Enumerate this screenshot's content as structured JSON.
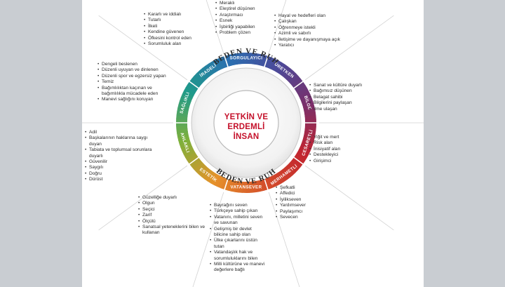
{
  "center": {
    "lines": [
      "YETKİN VE",
      "ERDEMLİ",
      "İNSAN"
    ],
    "inner_top": "BEDEN VE RUH",
    "inner_bottom": "BEDEN VE RUH"
  },
  "colors": {
    "title": "#c4102a",
    "ring_gradient": [
      "#2a6fb0",
      "#4a4a9a",
      "#7a2f6a",
      "#c2242f",
      "#d44e2a",
      "#e6922a",
      "#7fb03a",
      "#1f9a8a",
      "#2a6fb0"
    ]
  },
  "values": [
    {
      "name": "SORGULAYICI",
      "items": [
        "Meraklı",
        "Eleştirel düşünen",
        "Araştırmacı",
        "Esnek",
        "İşbirliği yapabilen",
        "Problem çözen"
      ]
    },
    {
      "name": "ÜRETKEN",
      "items": [
        "Hayal ve hedefleri olan",
        "Çalışkan",
        "Öğrenmeye istekli",
        "Azimli ve sabırlı",
        "İletişime ve dayanışmaya açık",
        "Yaratıcı"
      ]
    },
    {
      "name": "BİLGE",
      "items": [
        "Sanat ve kültüre duyarlı",
        "Bağımsız düşünen",
        "Belagat sahibi",
        "Bilgilerini paylaşan",
        "İlme ulaşan"
      ]
    },
    {
      "name": "CESARETLİ",
      "items": [
        "Yiğit ve mert",
        "Risk alan",
        "İnisiyatif alan",
        "Destekleyici",
        "Girişimci"
      ]
    },
    {
      "name": "MERHAMETLİ",
      "items": [
        "Şefkatli",
        "Affedici",
        "İyilikseven",
        "Yardımsever",
        "Paylaşımcı",
        "Sevecen"
      ]
    },
    {
      "name": "VATANSEVER",
      "items": [
        "Bayrağını seven",
        "Türkçeye sahip çıkan",
        "Vatanını, milletini seven ve savunan",
        "Gelişmiş bir devlet bilicine sahip olan",
        "Ülke çıkarlarını üstün tutan",
        "Vatandaşlık hak ve sorumluluklarını bilen",
        "Milli kültürüne ve manevi değerlere bağlı"
      ]
    },
    {
      "name": "ESTETİK",
      "items": [
        "Güzelliğe duyarlı",
        "Olgun",
        "Seçici",
        "Zarif",
        "Ölçülü",
        "Sanatsal yeteneklerini bilen ve kullanan"
      ]
    },
    {
      "name": "AHLAKLI",
      "items": [
        "Adil",
        "Başkalarının haklarına saygı duyan",
        "Tabiata ve toplumsal sorunlara duyarlı",
        "Güvenilir",
        "Saygılı",
        "Doğru",
        "Dürüst"
      ]
    },
    {
      "name": "SAĞLIKLI",
      "items": [
        "Dengeli beslenen",
        "Düzenli uyuyan ve dinlenen",
        "Düzenli spor ve egzersiz yapan",
        "Temiz",
        "Bağımlılıktan kaçınan ve bağımlılıkla mücadele eden",
        "Manevi sağlığını koruyan"
      ]
    },
    {
      "name": "İRADELİ",
      "items": [
        "Kararlı ve iddialı",
        "Tutarlı",
        "İlkeli",
        "Kendine güvenen",
        "Öfkesini kontrol eden",
        "Sorumluluk alan"
      ]
    }
  ]
}
